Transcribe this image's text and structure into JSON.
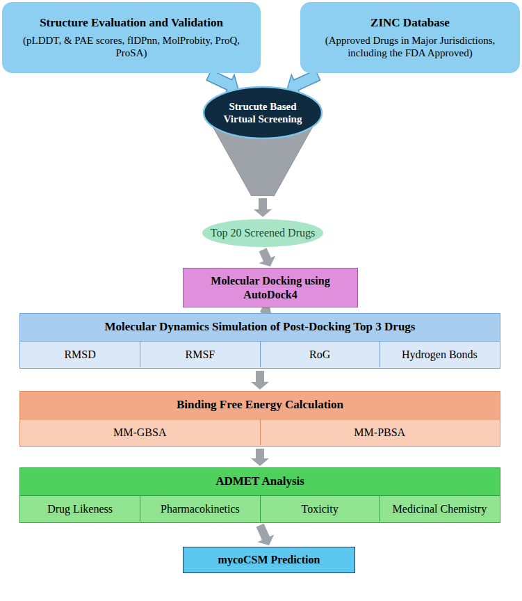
{
  "diagram": {
    "nodes": [
      {
        "text": [
          "Structure Evaluation and Validation",
          "(pLDDT, & PAE scores, flDPnn, MolProbity, ProQ, ProSA)"
        ]
      },
      {
        "text": [
          "ZINC Database",
          "(Approved Drugs in Major Jurisdictions, including the FDA Approved)"
        ]
      },
      {
        "text": [
          "Strucute Based Virtual Screening"
        ]
      },
      {
        "text": [
          "Top 20 Screened Drugs"
        ]
      },
      {
        "text": [
          "Molecular Docking using AutoDock4"
        ]
      },
      {
        "text": [
          "Molecular Dynamics Simulation of Post-Docking Top 3 Drugs"
        ]
      },
      {
        "text": [
          "RMSD"
        ],
        "in": 5
      },
      {
        "text": [
          "RMSF"
        ],
        "in": 5
      },
      {
        "text": [
          "RoG"
        ],
        "in": 5
      },
      {
        "text": [
          "Hydrogen Bonds"
        ],
        "in": 5
      },
      {
        "text": [
          "Binding Free Energy Calculation"
        ]
      },
      {
        "text": [
          "MM-GBSA"
        ],
        "in": 10
      },
      {
        "text": [
          "MM-PBSA"
        ],
        "in": 10
      },
      {
        "text": [
          "ADMET Analysis"
        ]
      },
      {
        "text": [
          "Drug Likeness"
        ],
        "in": 13
      },
      {
        "text": [
          "Pharmacokinetics"
        ],
        "in": 13
      },
      {
        "text": [
          "Toxicity"
        ],
        "in": 13
      },
      {
        "text": [
          "Medicinal Chemistry"
        ],
        "in": 13
      },
      {
        "text": [
          "mycoCSM Prediction"
        ]
      }
    ],
    "edges": [
      {
        "from": 0,
        "to": 2,
        "arrow": "to"
      },
      {
        "from": 1,
        "to": 2,
        "arrow": "to"
      },
      {
        "from": 2,
        "to": 3,
        "arrow": "to"
      },
      {
        "from": 3,
        "to": 4,
        "arrow": "to"
      },
      {
        "from": 4,
        "to": 5,
        "arrow": "to"
      },
      {
        "from": 5,
        "to": 10,
        "arrow": "to"
      },
      {
        "from": 10,
        "to": 13,
        "arrow": "to"
      },
      {
        "from": 13,
        "to": 18,
        "arrow": "to"
      }
    ]
  }
}
